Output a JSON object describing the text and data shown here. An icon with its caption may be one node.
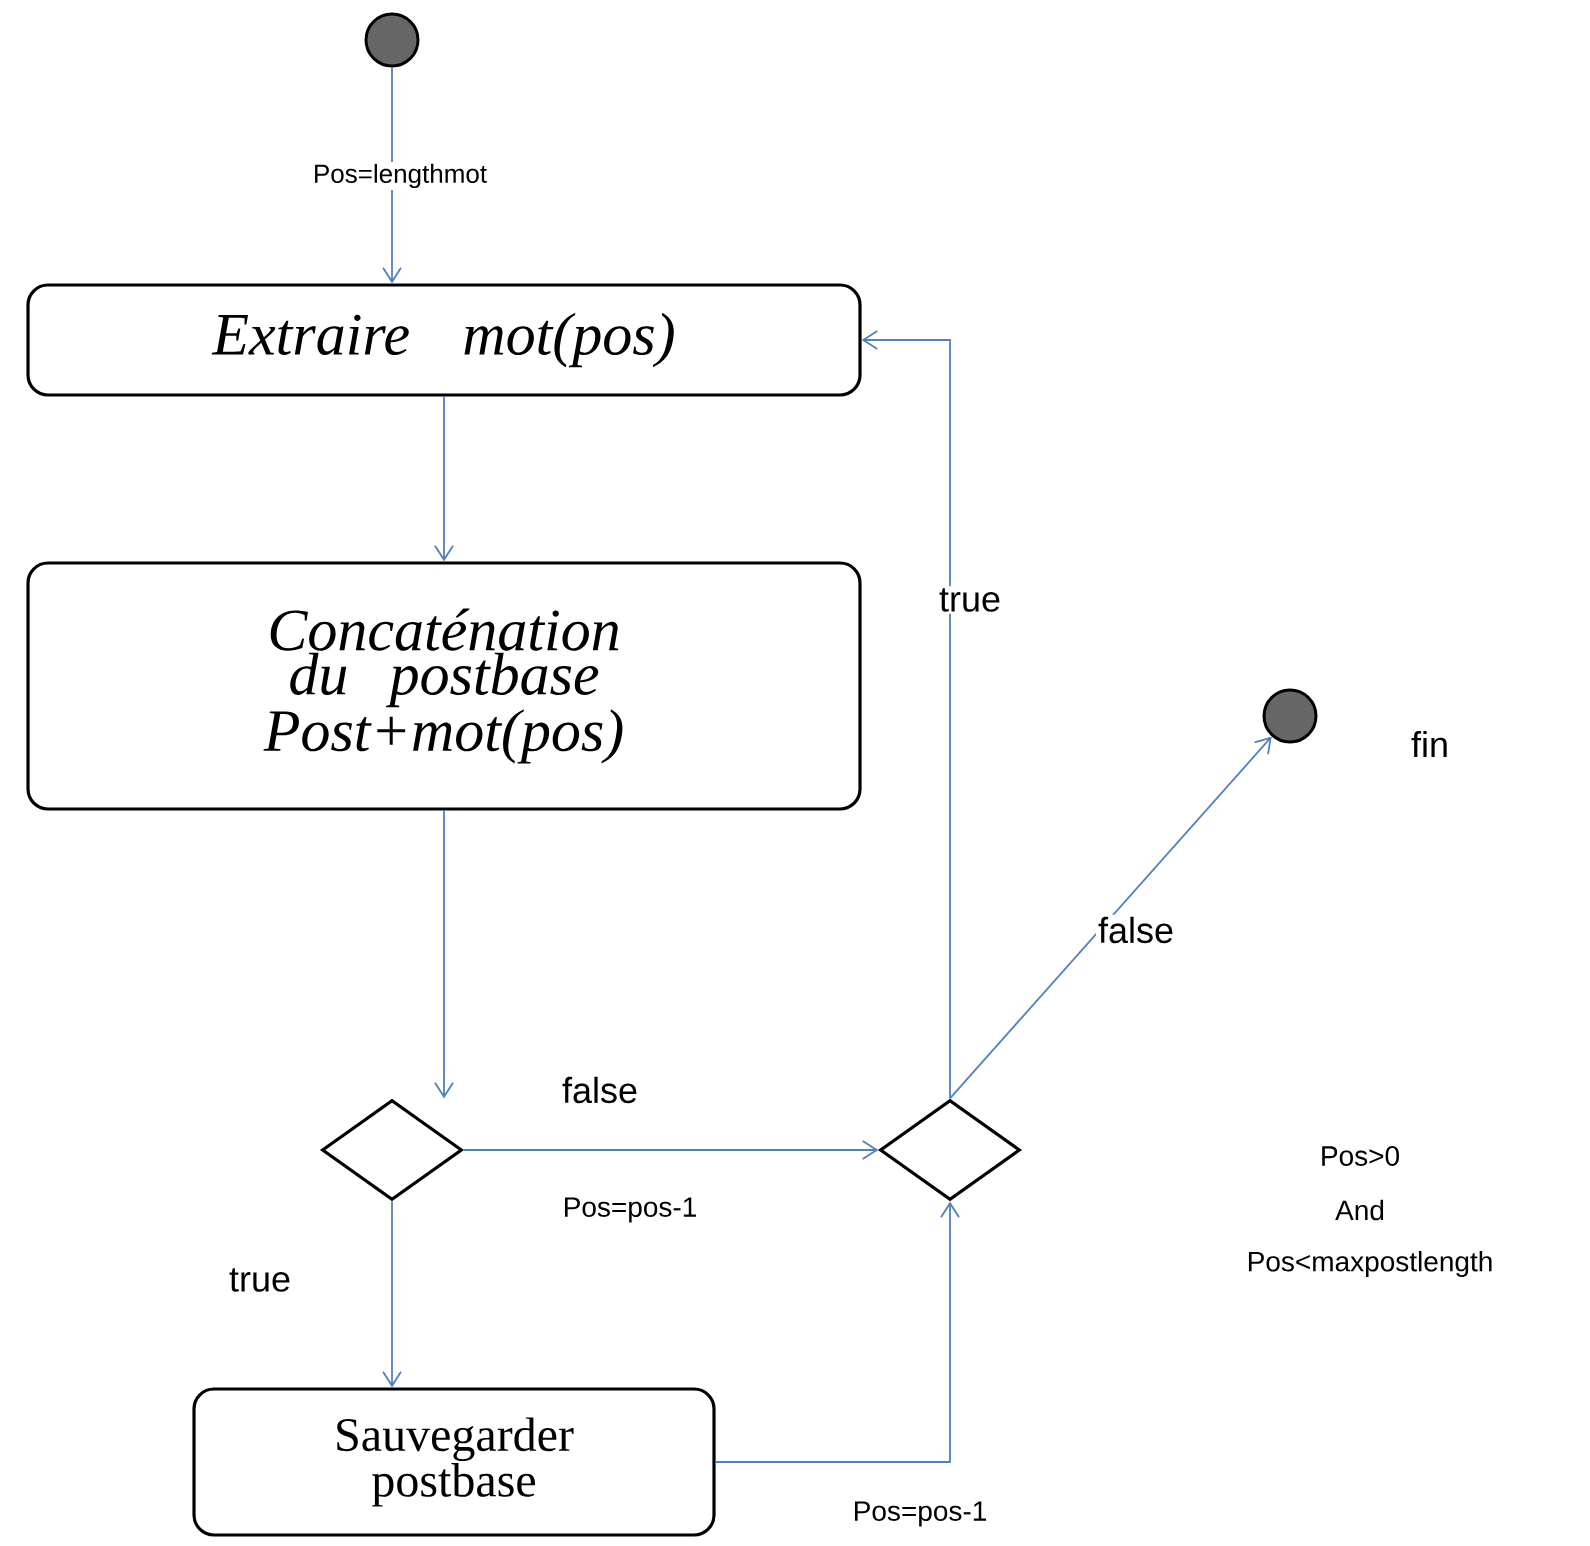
{
  "diagram": {
    "nodes": [
      {
        "text": [],
        "shape": "circle"
      },
      {
        "text": [
          "Extraire mot(pos)"
        ]
      },
      {
        "text": [
          "Concaténation du postbase Post+mot(pos)"
        ]
      },
      {
        "text": [],
        "shape": "diamond"
      },
      {
        "text": [],
        "shape": "diamond"
      },
      {
        "text": [
          "Sauvegarder postbase"
        ]
      },
      {
        "text": [],
        "shape": "circle",
        "beside": [
          "fin"
        ]
      }
    ],
    "edges": [
      {
        "from": 0,
        "to": 1,
        "arrow": "to",
        "label": "Pos=lengthmot"
      },
      {
        "from": 1,
        "to": 2,
        "arrow": "to"
      },
      {
        "from": 2,
        "to": 3,
        "arrow": "to"
      },
      {
        "from": 3,
        "to": 4,
        "arrow": "to",
        "label": "false"
      },
      {
        "from": 3,
        "to": 5,
        "arrow": "to",
        "label": "true"
      },
      {
        "from": 5,
        "to": 4,
        "arrow": "to"
      },
      {
        "from": 4,
        "to": 1,
        "arrow": "to",
        "label": "true"
      },
      {
        "from": 4,
        "to": 6,
        "arrow": "to",
        "label": "false"
      }
    ],
    "labels": [
      "Pos>0",
      "Pos=pos-1",
      "And",
      "Pos<maxpostlength",
      "Pos=pos-1"
    ]
  }
}
